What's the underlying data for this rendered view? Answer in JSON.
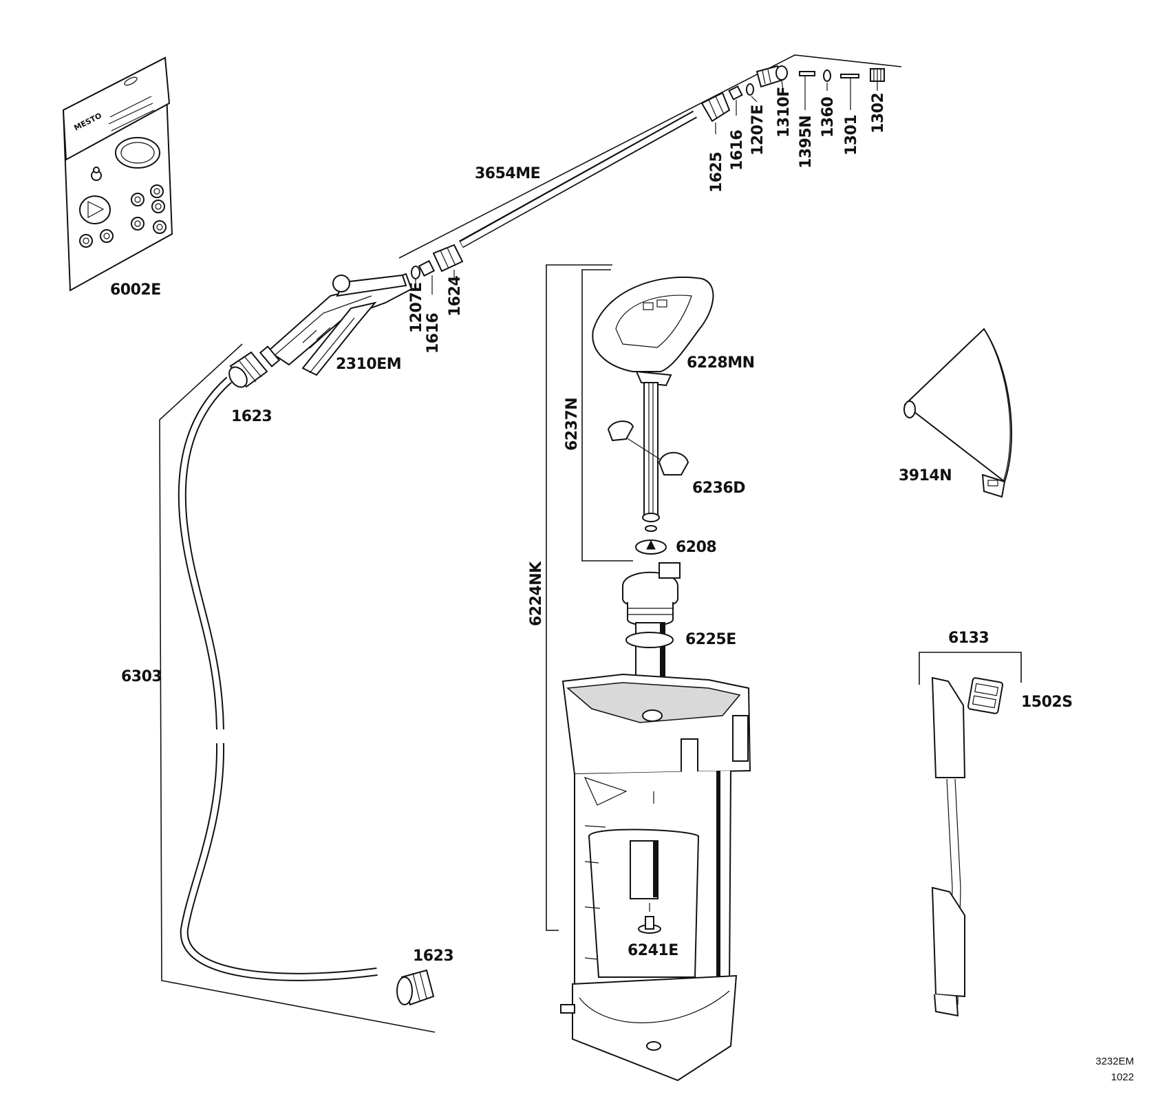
{
  "labels": {
    "p6002E": "6002E",
    "p3654ME": "3654ME",
    "p1625": "1625",
    "p1616_top": "1616",
    "p1207E_top": "1207E",
    "p1310F": "1310F",
    "p1395N": "1395N",
    "p1360": "1360",
    "p1301": "1301",
    "p1302": "1302",
    "p1207E_mid": "1207E",
    "p1616_mid": "1616",
    "p1624": "1624",
    "p2310EM": "2310EM",
    "p1623_top": "1623",
    "p1623_bottom": "1623",
    "p6303": "6303",
    "p6228MN": "6228MN",
    "p6237N": "6237N",
    "p6236D": "6236D",
    "p6208": "6208",
    "p6224NK": "6224NK",
    "p6225E": "6225E",
    "p6241E": "6241E",
    "p3914N": "3914N",
    "p6133": "6133",
    "p1502S": "1502S"
  },
  "package_logo": "MESTO",
  "drawing_ref": {
    "code": "3232EM",
    "revision": "1022"
  }
}
